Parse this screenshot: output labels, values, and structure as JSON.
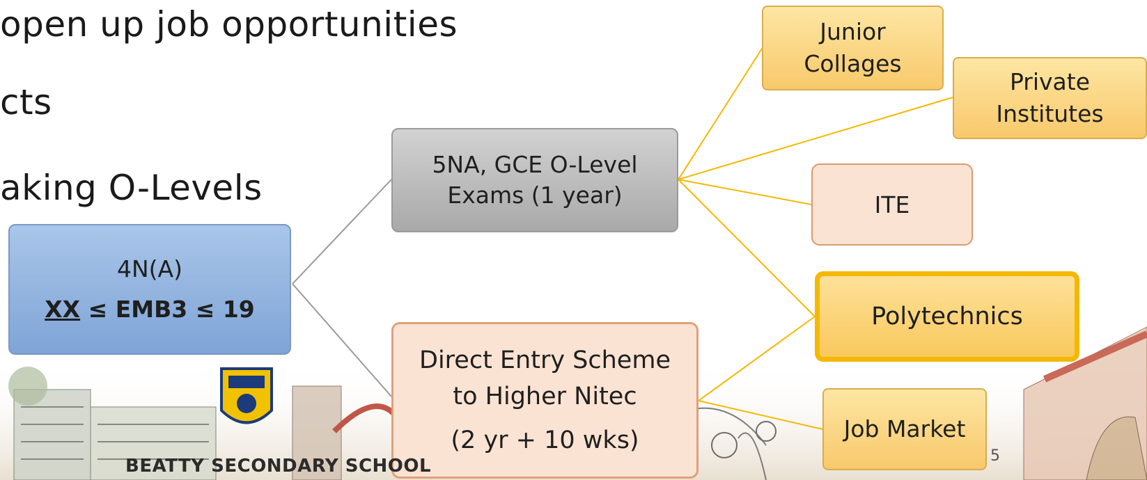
{
  "bullets": [
    "open up job opportunities",
    "cts",
    "aking O-Levels"
  ],
  "boxes": {
    "start": {
      "line1": "4N(A)",
      "line2_underlined": "XX",
      "line2_rest": " ≤ EMB3 ≤ 19"
    },
    "olevel": {
      "line1": "5NA, GCE O-Level",
      "line2": "Exams (1 year)"
    },
    "direct_entry": {
      "line1": "Direct Entry Scheme",
      "line2": "to Higher Nitec",
      "line3": "(2 yr + 10 wks)"
    },
    "junior_colleges": {
      "line1": "Junior",
      "line2": "Collages"
    },
    "private_institutes": {
      "line1": "Private",
      "line2": "Institutes"
    },
    "ite": {
      "label": "ITE"
    },
    "polytechnics": {
      "label": "Polytechnics"
    },
    "job_market": {
      "label": "Job Market"
    }
  },
  "footer": {
    "school_name": "BEATTY SECONDARY SCHOOL",
    "page_number": "5"
  },
  "colors": {
    "connector_grey": "#9a9a9a",
    "connector_gold": "#f5b800"
  }
}
